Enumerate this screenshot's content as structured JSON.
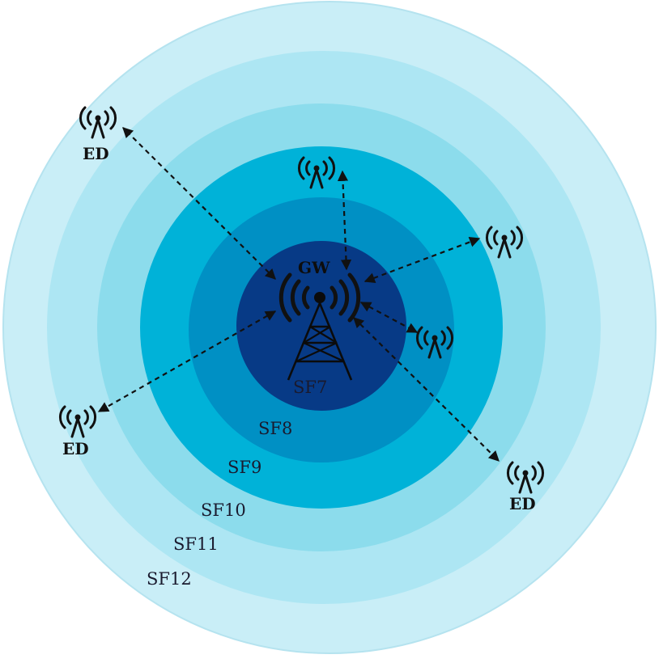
{
  "gateway": {
    "label": "GW"
  },
  "rings": [
    {
      "label": "SF7",
      "color": "#073a86"
    },
    {
      "label": "SF8",
      "color": "#0090c4"
    },
    {
      "label": "SF9",
      "color": "#00b2d8"
    },
    {
      "label": "SF10",
      "color": "#8cdcec"
    },
    {
      "label": "SF11",
      "color": "#ade6f3"
    },
    {
      "label": "SF12",
      "color": "#c9eef7"
    }
  ],
  "end_devices": [
    {
      "label": "ED"
    },
    {
      "label": ""
    },
    {
      "label": ""
    },
    {
      "label": ""
    },
    {
      "label": "ED"
    },
    {
      "label": "ED"
    }
  ],
  "colors": {
    "link": "#111111",
    "ring_border": "#b5e3ef"
  }
}
